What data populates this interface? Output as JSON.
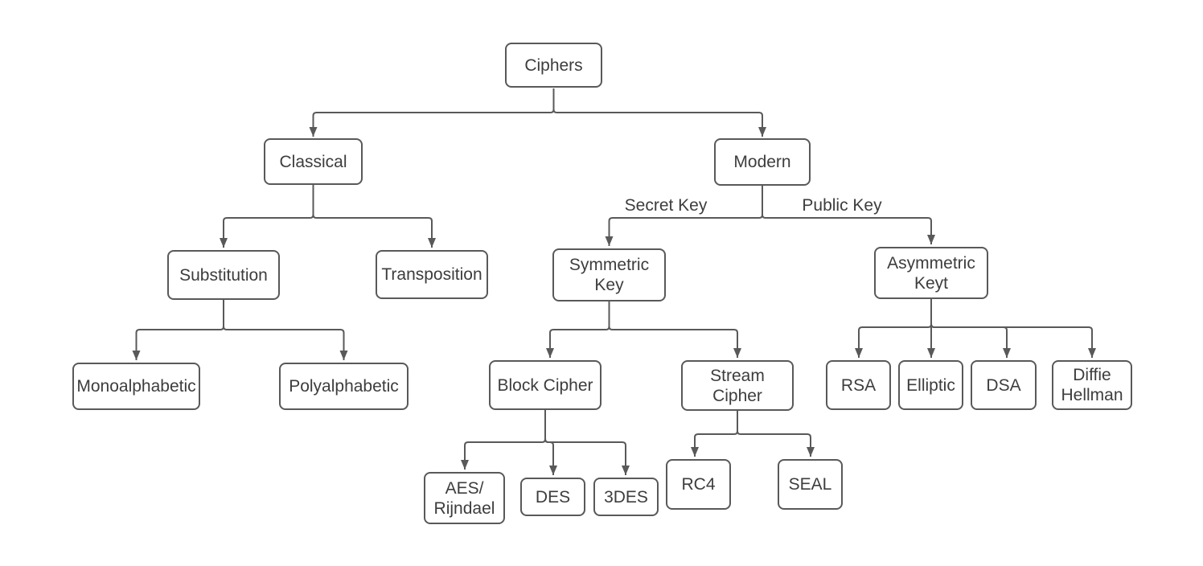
{
  "diagram": {
    "colors": {
      "stroke": "#595959",
      "text": "#3d3d3d",
      "node_fill": "#ffffff",
      "background": "#ffffff"
    },
    "nodes": {
      "ciphers": {
        "label": "Ciphers"
      },
      "classical": {
        "label": "Classical"
      },
      "modern": {
        "label": "Modern"
      },
      "substitution": {
        "label": "Substitution"
      },
      "transposition": {
        "label": "Transposition"
      },
      "symmetric_key": {
        "label": "Symmetric\nKey"
      },
      "asymmetric_key": {
        "label": "Asymmetric\nKeyt"
      },
      "monoalphabetic": {
        "label": "Monoalphabetic"
      },
      "polyalphabetic": {
        "label": "Polyalphabetic"
      },
      "block_cipher": {
        "label": "Block Cipher"
      },
      "stream_cipher": {
        "label": "Stream\nCipher"
      },
      "rsa": {
        "label": "RSA"
      },
      "elliptic": {
        "label": "Elliptic"
      },
      "dsa": {
        "label": "DSA"
      },
      "diffie_hellman": {
        "label": "Diffie\nHellman"
      },
      "aes_rijndael": {
        "label": "AES/\nRijndael"
      },
      "des": {
        "label": "DES"
      },
      "triple_des": {
        "label": "3DES"
      },
      "rc4": {
        "label": "RC4"
      },
      "seal": {
        "label": "SEAL"
      }
    },
    "edge_labels": {
      "secret_key": "Secret Key",
      "public_key": "Public Key"
    }
  }
}
